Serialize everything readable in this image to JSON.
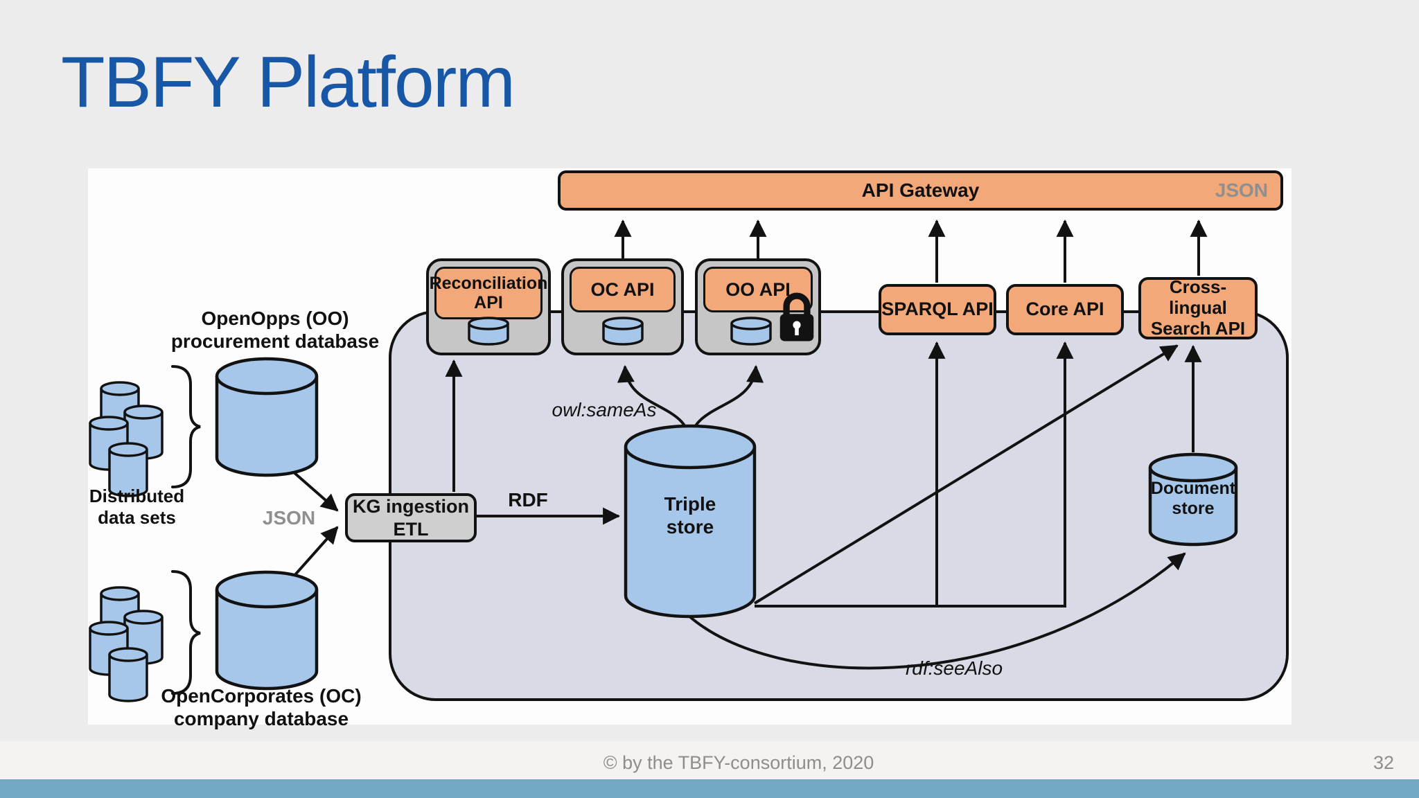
{
  "slide": {
    "title": "TBFY Platform"
  },
  "footer": {
    "copyright": "© by the TBFY-consortium, 2020",
    "page_number": "32"
  },
  "diagram": {
    "api_gateway": {
      "label": "API Gateway",
      "format_tag": "JSON"
    },
    "api_boxes": {
      "reconciliation": "Reconciliation\nAPI",
      "oc": "OC API",
      "oo": "OO API",
      "sparql": "SPARQL API",
      "core": "Core API",
      "cross_lingual": "Cross-lingual\nSearch API"
    },
    "etl": "KG ingestion\nETL",
    "stores": {
      "triple": "Triple\nstore",
      "document": "Document\nstore"
    },
    "sources": {
      "openopps": "OpenOpps (OO)\nprocurement database",
      "opencorporates": "OpenCorporates (OC)\ncompany database",
      "distributed": "Distributed\ndata sets"
    },
    "edge_labels": {
      "json_in": "JSON",
      "rdf": "RDF",
      "owl_sameas": "owl:sameAs",
      "rdf_seealso": "rdf:seeAlso"
    },
    "colors": {
      "accent_orange": "#F2A878",
      "container_fill": "#D8DBE5",
      "cylinder_blue": "#A6C7E9",
      "title_blue": "#1757A6",
      "bottom_bar_blue": "#74A9C5"
    }
  }
}
